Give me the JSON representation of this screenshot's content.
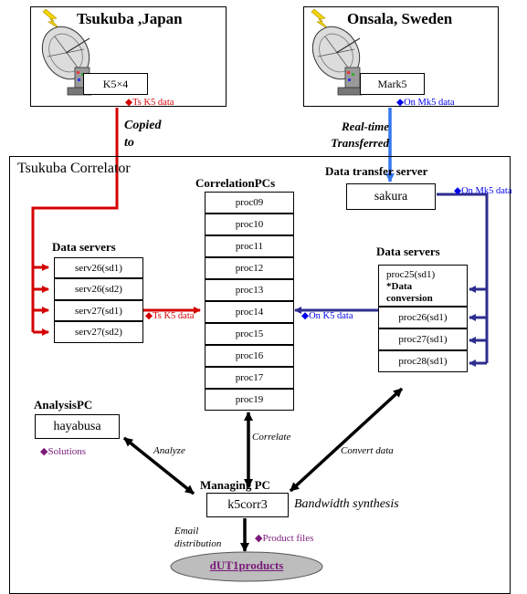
{
  "stations": {
    "tsukuba": {
      "name": "Tsukuba ,Japan",
      "recorder": "K5×4",
      "data_label": "◆Ts K5 data"
    },
    "onsala": {
      "name": "Onsala, Sweden",
      "recorder": "Mark5",
      "data_label": "◆On Mk5 data"
    }
  },
  "links": {
    "copied": "Copied to",
    "realtime": "Real-time Transferred"
  },
  "correlator": {
    "title": "Tsukuba Correlator",
    "transfer_server": {
      "title": "Data transfer server",
      "name": "sakura",
      "label": "◆On Mk5 data"
    },
    "correlation_pcs": {
      "title": "CorrelationPCs",
      "procs": [
        "proc09",
        "proc10",
        "proc11",
        "proc12",
        "proc13",
        "proc14",
        "proc15",
        "proc16",
        "proc17",
        "proc19"
      ]
    },
    "data_servers_left": {
      "title": "Data servers",
      "items": [
        "serv26(sd1)",
        "serv26(sd2)",
        "serv27(sd1)",
        "serv27(sd2)"
      ],
      "label": "◆Ts K5 data"
    },
    "data_servers_right": {
      "title": "Data servers",
      "items": [
        "proc25(sd1)",
        "proc26(sd1)",
        "proc27(sd1)",
        "proc28(sd1)"
      ],
      "conversion_note": "*Data conversion",
      "label": "◆On K5 data"
    },
    "analysis": {
      "title": "AnalysisPC",
      "name": "hayabusa",
      "label": "◆Solutions"
    },
    "managing": {
      "title": "Managing PC",
      "name": "k5corr3",
      "note": "Bandwidth synthesis"
    },
    "arrow_labels": {
      "analyze": "Analyze",
      "correlate": "Correlate",
      "convert": "Convert data",
      "email": "Email distribution",
      "product_files": "◆Product files"
    },
    "products": "dUT1products"
  },
  "colors": {
    "red": "#d40000",
    "blue": "#3377ee",
    "navy": "#2e2e8f",
    "purple": "#7a1a7a",
    "ellipse": "#bdbdbd"
  }
}
